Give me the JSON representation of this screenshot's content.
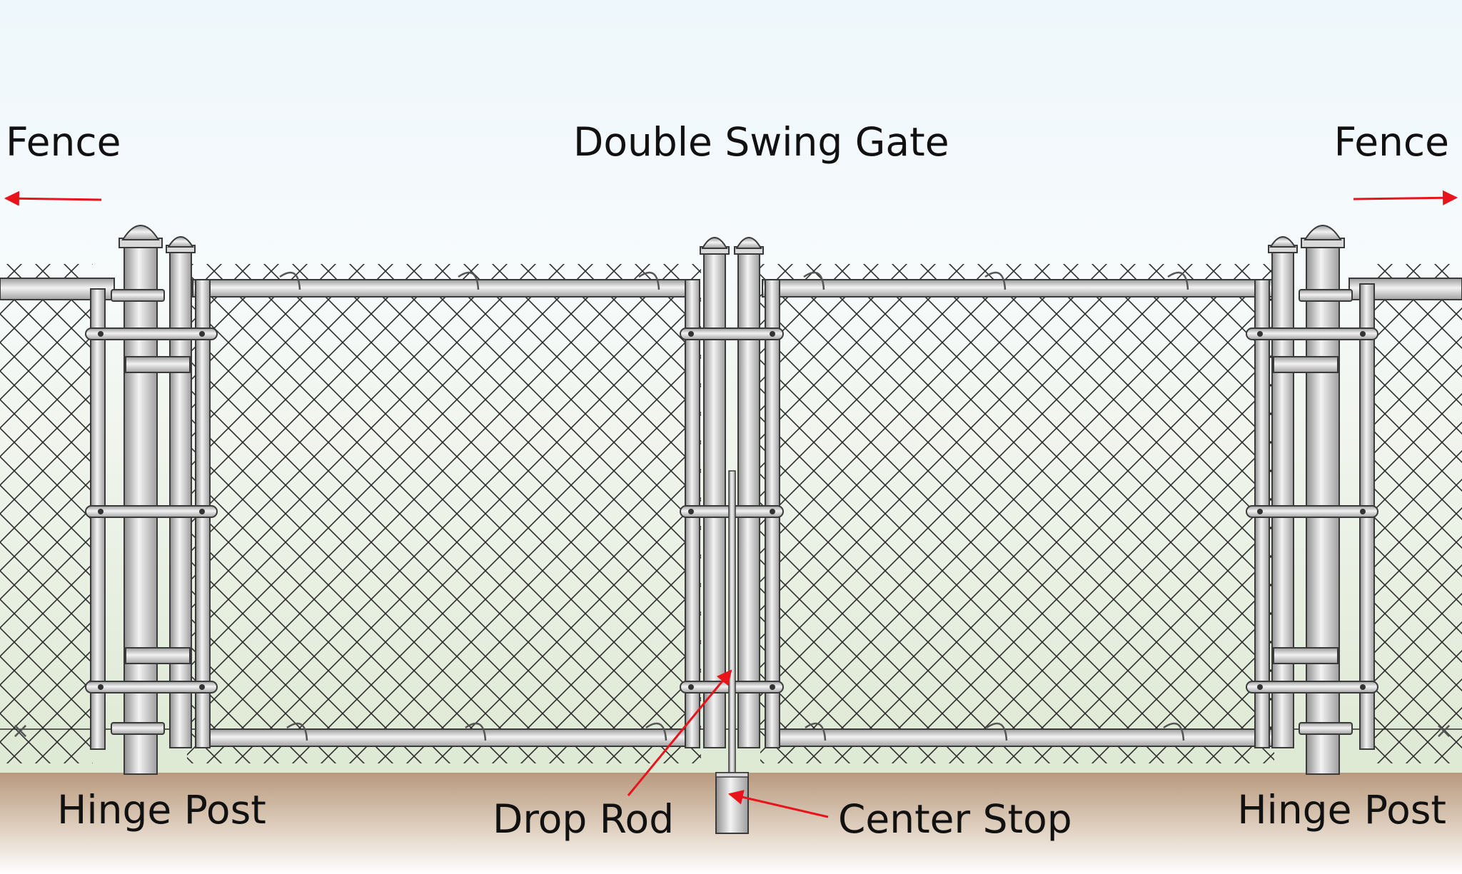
{
  "labels": {
    "title": "Double Swing Gate",
    "fence_left": "Fence",
    "fence_right": "Fence",
    "hinge_post_left": "Hinge Post",
    "hinge_post_right": "Hinge Post",
    "drop_rod": "Drop Rod",
    "center_stop": "Center Stop"
  },
  "colors": {
    "sky_top": "#eef7fb",
    "field_bottom": "#dde9d3",
    "ground": "#b8997e",
    "metal_light": "#f1f1f1",
    "metal_dark": "#9b9b9b",
    "outline": "#3a3a3a",
    "mesh": "#2d2d2d",
    "arrow": "#e8131b"
  }
}
